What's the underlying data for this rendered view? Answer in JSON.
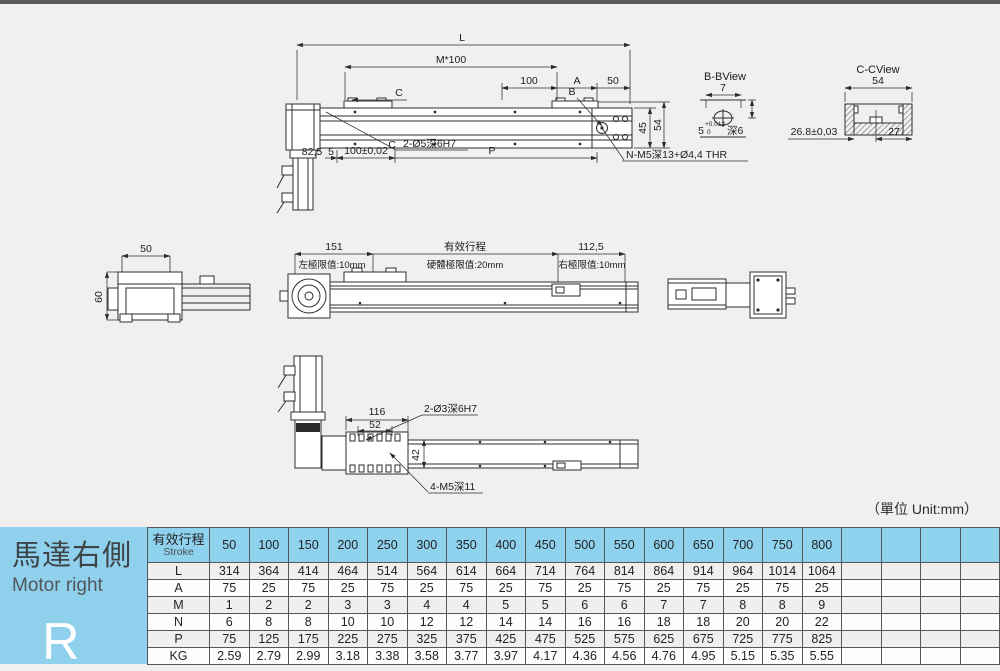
{
  "page": {
    "unit_note": "（單位 Unit:mm）"
  },
  "colors": {
    "accent_blue": "#8ed2ee",
    "panel_blue": "#8fd1ec",
    "row_alt": "#f0efee",
    "line": "#2e2e2e"
  },
  "drawing": {
    "top_view": {
      "dim_L": "L",
      "dim_M100": "M*100",
      "dim_100": "100",
      "dim_A": "A",
      "dim_50": "50",
      "label_C": "C",
      "label_B": "B",
      "dim_45": "45",
      "dim_54": "54",
      "note_holes": "2-Ø5深6H7",
      "dim_825": "82,5",
      "dim_5": "5",
      "dim_100tol": "100±0,02",
      "dim_P": "P",
      "note_thread": "N-M5深13+Ø4,4 THR"
    },
    "bb_view": {
      "title": "B-BView",
      "dim_7": "7",
      "dim_5": "5",
      "tol_plus": "+0.012",
      "tol_zero": "0",
      "depth": "深6"
    },
    "cc_view": {
      "title": "C-CView",
      "dim_54": "54",
      "dim_268": "26.8±0,03",
      "dim_27": "27"
    },
    "middle_view": {
      "dim_151": "151",
      "dim_stroke": "有效行程",
      "dim_1125": "112,5",
      "note_left": "左極限值:10mm",
      "note_hard": "硬體極限值:20mm",
      "note_right": "右極限值:10mm"
    },
    "left_end_view": {
      "dim_50": "50",
      "dim_60": "60"
    },
    "bottom_view": {
      "dim_116": "116",
      "dim_52": "52",
      "dim_42": "42",
      "note_holes": "2-Ø3深6H7",
      "note_thread": "4-M5深11"
    }
  },
  "side_panel": {
    "title_zh": "馬達右側",
    "title_en": "Motor right",
    "code": "R"
  },
  "table": {
    "header": {
      "label_zh": "有效行程",
      "label_en": "Stroke"
    },
    "stroke_values": [
      "50",
      "100",
      "150",
      "200",
      "250",
      "300",
      "350",
      "400",
      "450",
      "500",
      "550",
      "600",
      "650",
      "700",
      "750",
      "800"
    ],
    "empty_columns": 4,
    "rows": [
      {
        "label": "L",
        "values": [
          "314",
          "364",
          "414",
          "464",
          "514",
          "564",
          "614",
          "664",
          "714",
          "764",
          "814",
          "864",
          "914",
          "964",
          "1014",
          "1064"
        ]
      },
      {
        "label": "A",
        "values": [
          "75",
          "25",
          "75",
          "25",
          "75",
          "25",
          "75",
          "25",
          "75",
          "25",
          "75",
          "25",
          "75",
          "25",
          "75",
          "25"
        ]
      },
      {
        "label": "M",
        "values": [
          "1",
          "2",
          "2",
          "3",
          "3",
          "4",
          "4",
          "5",
          "5",
          "6",
          "6",
          "7",
          "7",
          "8",
          "8",
          "9"
        ]
      },
      {
        "label": "N",
        "values": [
          "6",
          "8",
          "8",
          "10",
          "10",
          "12",
          "12",
          "14",
          "14",
          "16",
          "16",
          "18",
          "18",
          "20",
          "20",
          "22"
        ]
      },
      {
        "label": "P",
        "values": [
          "75",
          "125",
          "175",
          "225",
          "275",
          "325",
          "375",
          "425",
          "475",
          "525",
          "575",
          "625",
          "675",
          "725",
          "775",
          "825"
        ]
      },
      {
        "label": "KG",
        "values": [
          "2.59",
          "2.79",
          "2.99",
          "3.18",
          "3.38",
          "3.58",
          "3.77",
          "3.97",
          "4.17",
          "4.36",
          "4.56",
          "4.76",
          "4.95",
          "5.15",
          "5.35",
          "5.55"
        ]
      }
    ]
  }
}
